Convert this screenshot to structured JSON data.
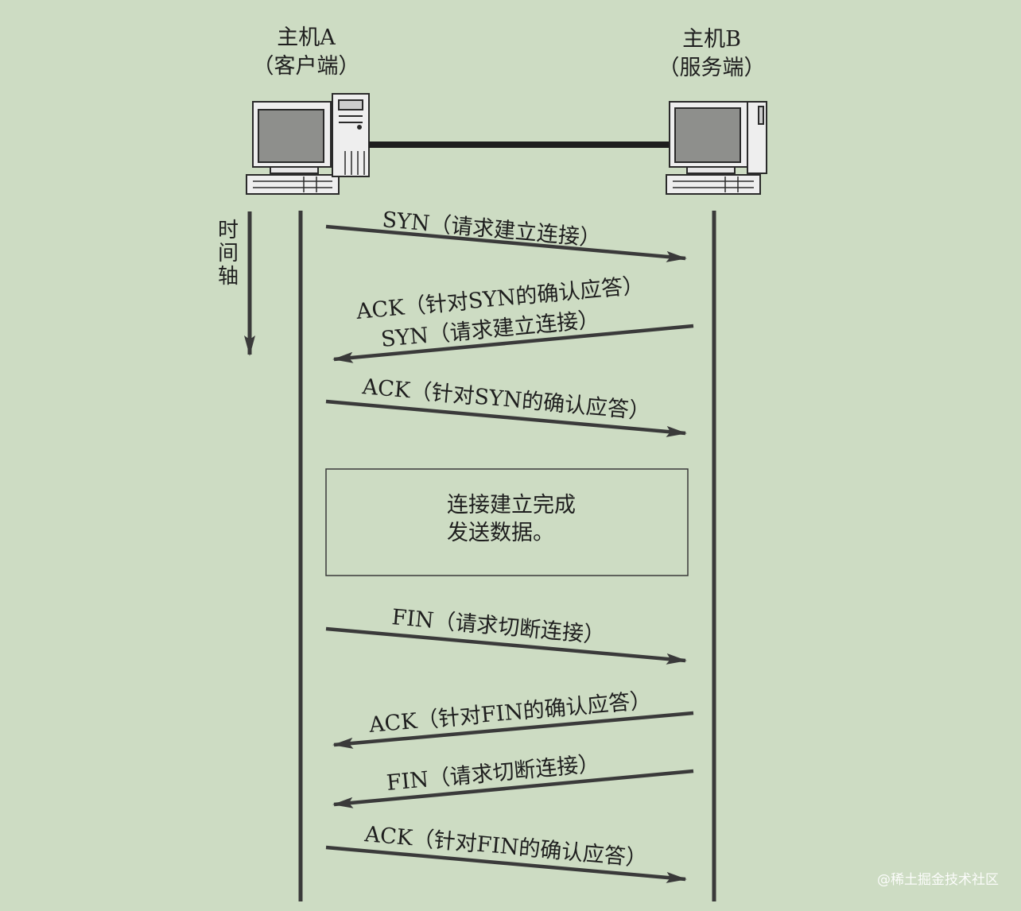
{
  "hosts": {
    "a": {
      "name": "主机A",
      "role": "（客户端）"
    },
    "b": {
      "name": "主机B",
      "role": "（服务端）"
    }
  },
  "time_axis_chars": [
    "时",
    "间",
    "轴"
  ],
  "messages": [
    {
      "from": "A",
      "to": "B",
      "lines": [
        "SYN（请求建立连接）"
      ]
    },
    {
      "from": "B",
      "to": "A",
      "lines": [
        "ACK（针对SYN的确认应答）",
        "SYN（请求建立连接）"
      ]
    },
    {
      "from": "A",
      "to": "B",
      "lines": [
        "ACK（针对SYN的确认应答）"
      ]
    },
    {
      "from": "A",
      "to": "B",
      "lines": [
        "FIN（请求切断连接）"
      ]
    },
    {
      "from": "B",
      "to": "A",
      "lines": [
        "ACK（针对FIN的确认应答）"
      ]
    },
    {
      "from": "B",
      "to": "A",
      "lines": [
        "FIN（请求切断连接）"
      ]
    },
    {
      "from": "A",
      "to": "B",
      "lines": [
        "ACK（针对FIN的确认应答）"
      ]
    }
  ],
  "data_box": {
    "line1": "连接建立完成",
    "line2": "发送数据。"
  },
  "watermark": "@稀土掘金技术社区",
  "colors": {
    "background": "#cddcc3",
    "ink": "#3a3a3a",
    "screen": "#8e8f8c"
  }
}
